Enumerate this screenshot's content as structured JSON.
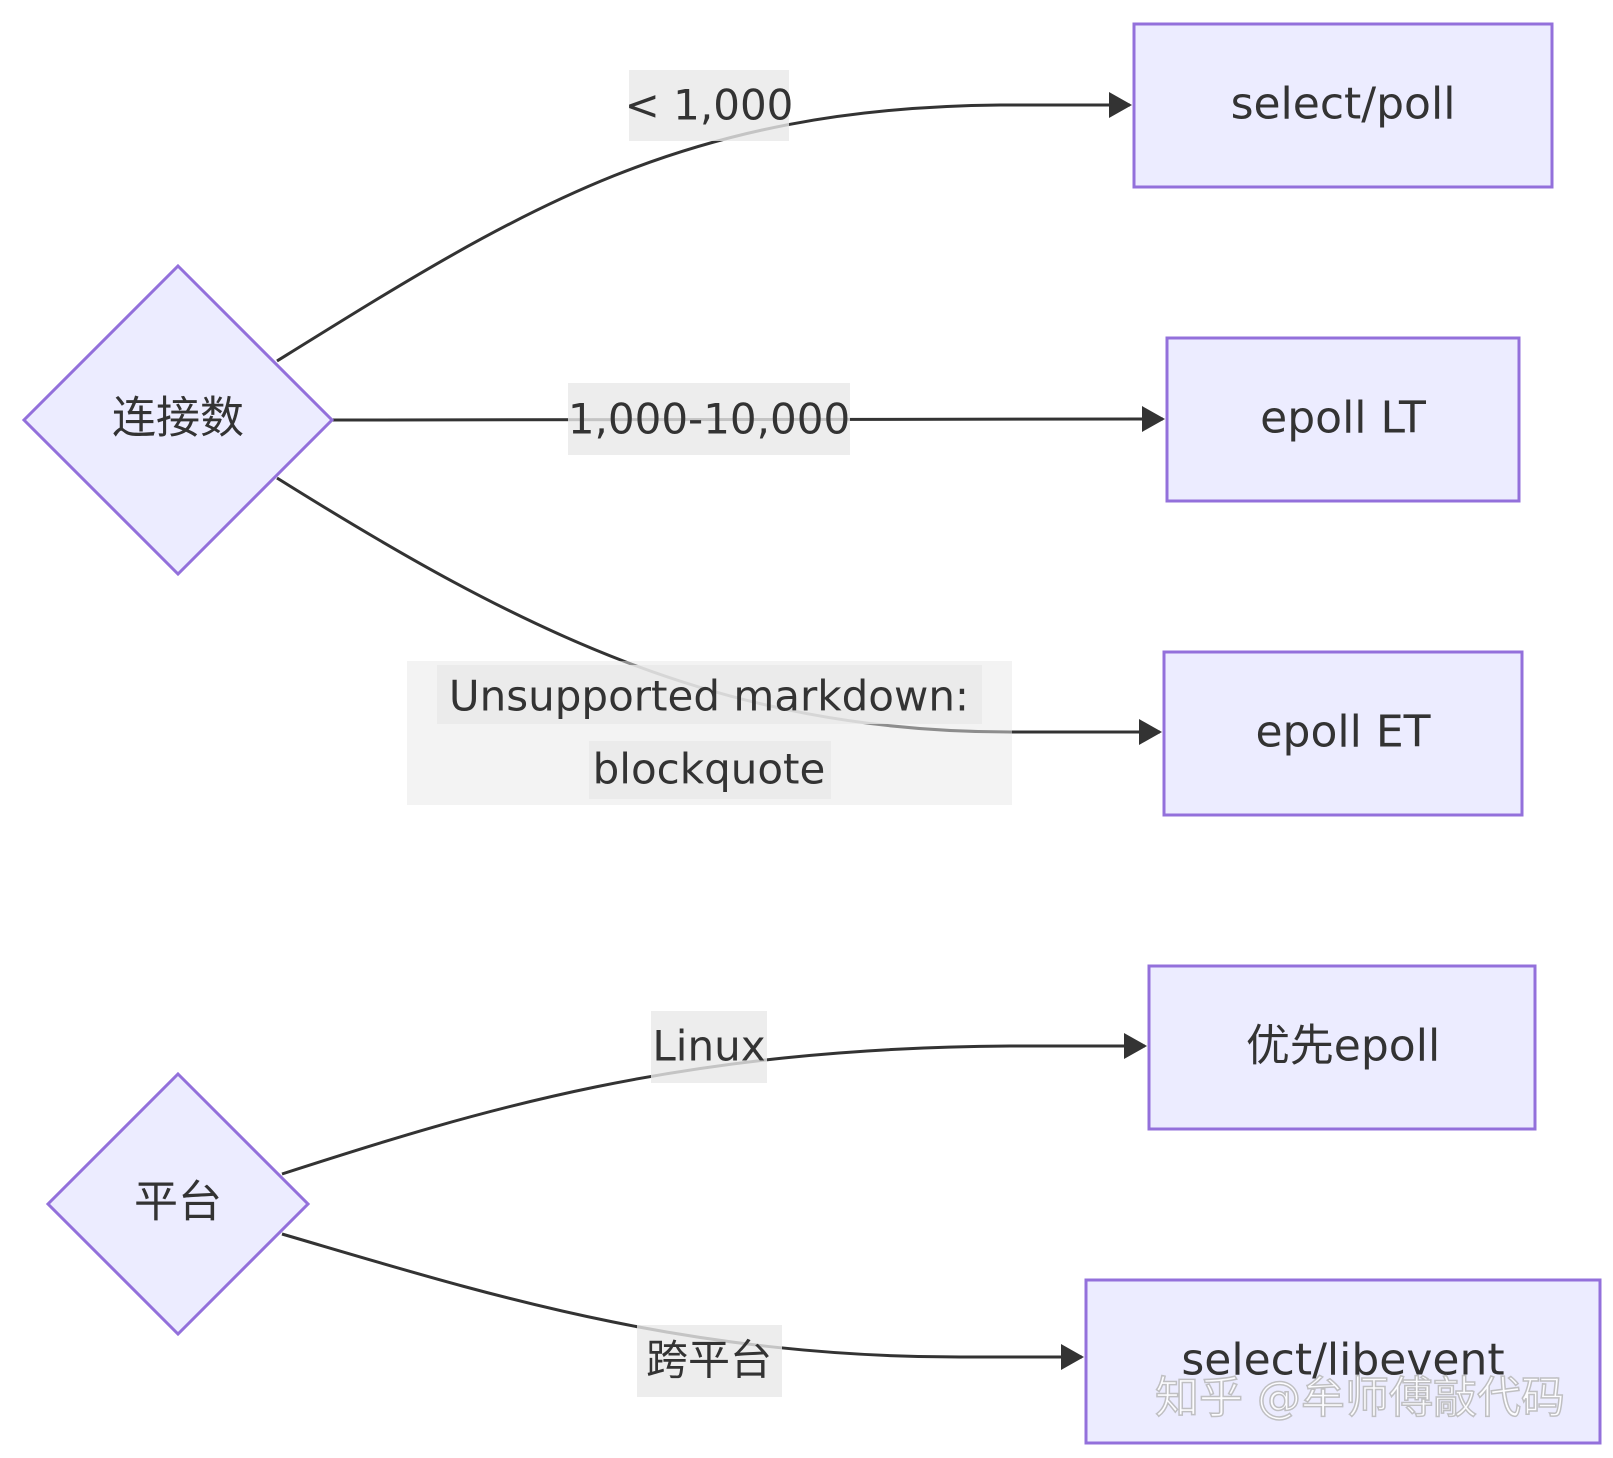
{
  "diagram": {
    "decisions": {
      "connections": {
        "label": "连接数"
      },
      "platform": {
        "label": "平台"
      }
    },
    "outcomes": {
      "select_poll": {
        "label": "select/poll"
      },
      "epoll_lt": {
        "label": "epoll LT"
      },
      "epoll_et": {
        "label": "epoll ET"
      },
      "prefer_epoll": {
        "label": "优先epoll"
      },
      "select_libevent": {
        "label": "select/libevent"
      }
    },
    "edges": {
      "lt_1000": {
        "label": "< 1,000"
      },
      "range_1000_10000": {
        "label": "1,000-10,000"
      },
      "unsupported": {
        "line1": "Unsupported markdown:",
        "line2": "blockquote"
      },
      "linux": {
        "label": "Linux"
      },
      "cross_platform": {
        "label": "跨平台"
      }
    },
    "colors": {
      "node_fill": "#ececff",
      "node_stroke": "#9370db",
      "edge_stroke": "#333333",
      "label_background": "#e8e8e8"
    }
  },
  "watermark": {
    "text": "知乎 @牟师傅敲代码"
  }
}
